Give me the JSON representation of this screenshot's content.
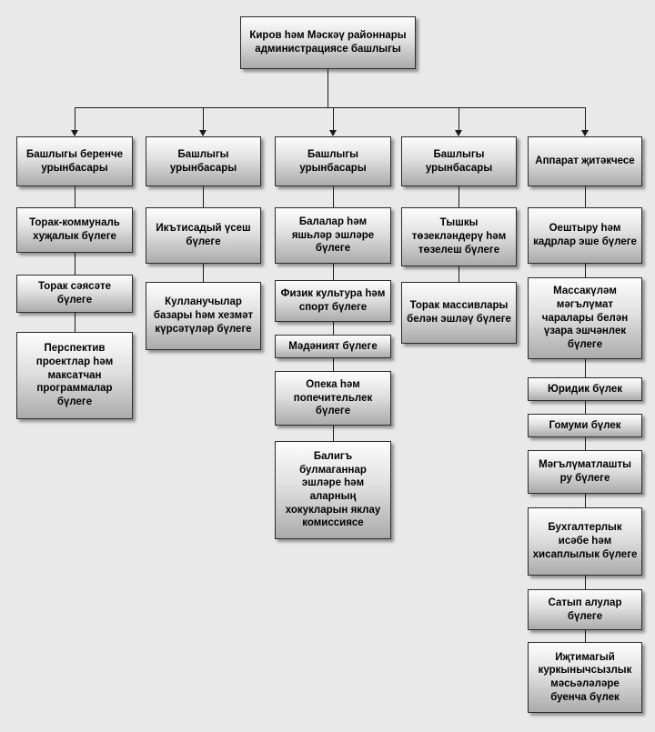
{
  "root": {
    "label": "Киров һәм Мәскәү районнары администрациясе башлыгы"
  },
  "columns": [
    {
      "header": "Башлыгы беренче урынбасары",
      "children": [
        "Торак-коммуналь хуҗалык бүлеге",
        "Торак сәясәте бүлеге",
        "Перспектив проектлар һәм максатчан программалар бүлеге"
      ]
    },
    {
      "header": "Башлыгы урынбасары",
      "children": [
        "Икътисадый үсеш бүлеге",
        "Кулланучылар базары һәм хезмәт күрсәтүләр бүлеге"
      ]
    },
    {
      "header": "Башлыгы урынбасары",
      "children": [
        "Балалар һәм яшьләр эшләре бүлеге",
        "Физик культура һәм спорт бүлеге",
        "Мәдәният бүлеге",
        "Опека һәм попечительлек бүлеге",
        "Балигъ булмаганнар эшләре һәм аларның хокукларын яклау комиссиясе"
      ]
    },
    {
      "header": "Башлыгы урынбасары",
      "children": [
        "Тышкы төзекләндерү һәм төзелеш бүлеге",
        "Торак массивлары белән эшләү бүлеге"
      ]
    },
    {
      "header": "Аппарат җитәкчесе",
      "children": [
        "Оештыру һәм кадрлар эше бүлеге",
        "Массакүләм мәгълүмат чаралары белән үзара эшчәнлек бүлеге",
        "Юридик бүлек",
        "Гомуми бүлек",
        "Мәгълүматлашты ру бүлеге",
        "Бухгалтерлык исәбе һәм хисаплылык бүлеге",
        "Сатып алулар бүлеге",
        "Иҗтимагый куркынычсызлык мәсьәләләре буенча бүлек"
      ]
    }
  ],
  "colors": {
    "background": "#e9e9e9",
    "box_gradient_top": "#fdfdfd",
    "box_gradient_bottom": "#ababab",
    "box_border": "#2b2b2b",
    "connector": "#1a1a1a"
  }
}
